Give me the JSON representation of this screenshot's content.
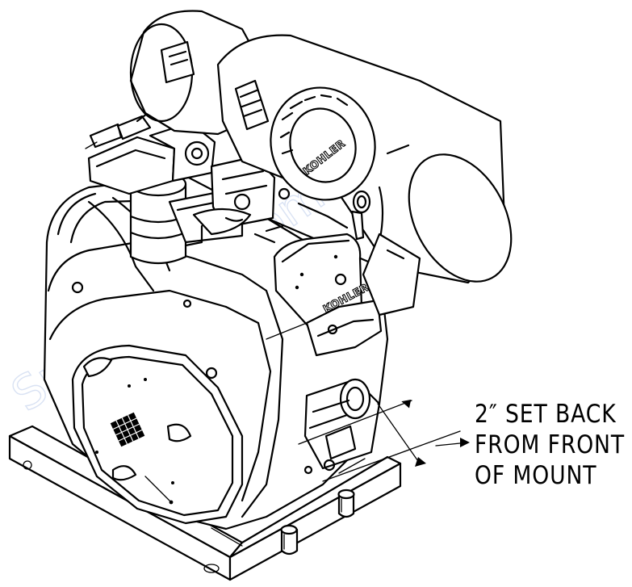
{
  "callout": {
    "lines": [
      "2″ SET BACK",
      "FROM FRONT",
      "OF MOUNT"
    ]
  },
  "logos": {
    "air_cleaner": "KOHLER",
    "panel": "KOHLER"
  },
  "colors": {
    "line": "#000000",
    "background": "#ffffff",
    "watermark": "#c9d6ef"
  }
}
